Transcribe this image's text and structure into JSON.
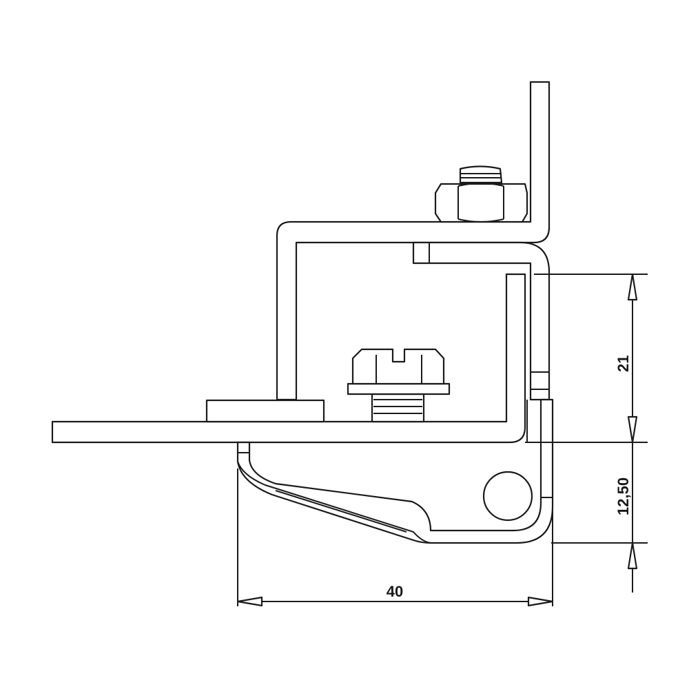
{
  "drawing": {
    "dimensions": {
      "height_upper": "21",
      "height_lower": "12,50",
      "width": "40"
    },
    "line_color": "#1a1a1a"
  }
}
